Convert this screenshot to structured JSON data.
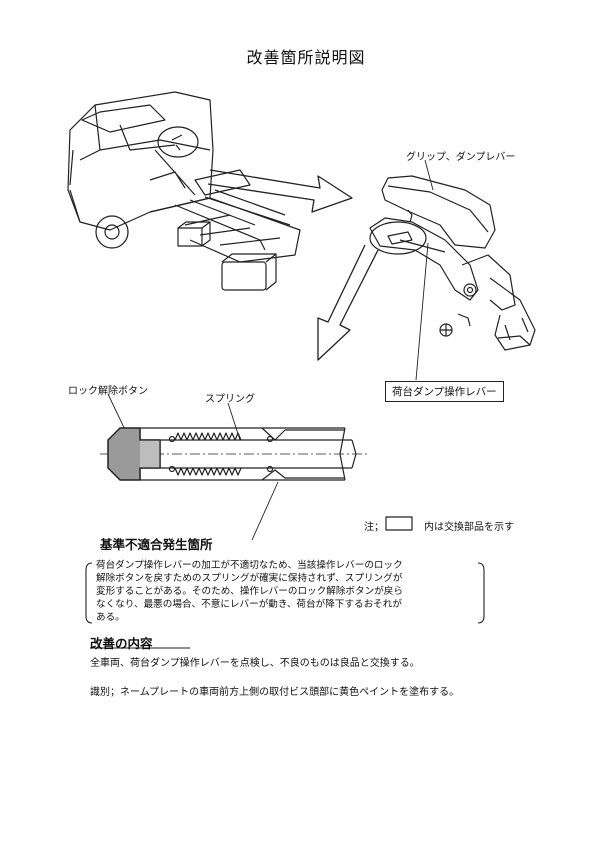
{
  "title": "改善箇所説明図",
  "labels": {
    "grip": "グリップ、ダンプレバー",
    "lever": "荷台ダンプ操作レバー",
    "lock_button": "ロック解除ボタン",
    "spring": "スプリング"
  },
  "legend": {
    "prefix": "注；",
    "suffix": "内は交換部品を示す"
  },
  "nonconformity": {
    "heading": "基準不適合発生箇所",
    "lines": [
      "荷台ダンプ操作レバーの加工が不適切なため、当該操作レバーのロック",
      "解除ボタンを戻すためのスプリングが確実に保持されず、スプリングが",
      "変形することがある。そのため、操作レバーのロック解除ボタンが戻ら",
      "なくなり、最悪の場合、不意にレバーが動き、荷台が降下するおそれが",
      "ある。"
    ]
  },
  "improvement": {
    "heading": "改善の内容",
    "text": "全車両、荷台ダンプ操作レバーを点検し、不良のものは良品と交換する。",
    "identification": "識別；ネームプレートの車両前方上側の取付ビス頭部に黄色ペイントを塗布する。"
  },
  "colors": {
    "ink": "#222222",
    "button_fill": "#9a9a9a"
  }
}
